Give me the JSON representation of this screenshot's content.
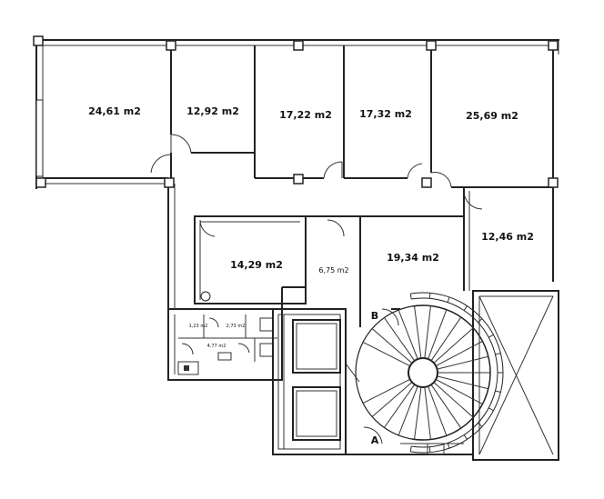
{
  "rooms": [
    {
      "id": "office-1",
      "area": "24,61 m2"
    },
    {
      "id": "office-2",
      "area": "12,92 m2"
    },
    {
      "id": "office-3",
      "area": "17,22 m2"
    },
    {
      "id": "office-4",
      "area": "17,32 m2"
    },
    {
      "id": "office-5",
      "area": "25,69 m2"
    },
    {
      "id": "office-6",
      "area": "12,46 m2"
    },
    {
      "id": "meeting-room",
      "area": "14,29 m2"
    },
    {
      "id": "storage",
      "area": "6,75 m2"
    },
    {
      "id": "hall",
      "area": "19,34 m2"
    },
    {
      "id": "wc-1",
      "area": "1,23 m2"
    },
    {
      "id": "wc-2",
      "area": "2,73 m2"
    },
    {
      "id": "wc-corridor",
      "area": "4,77 m2"
    }
  ],
  "markers": {
    "entrance_a": "A",
    "entrance_b": "B"
  }
}
